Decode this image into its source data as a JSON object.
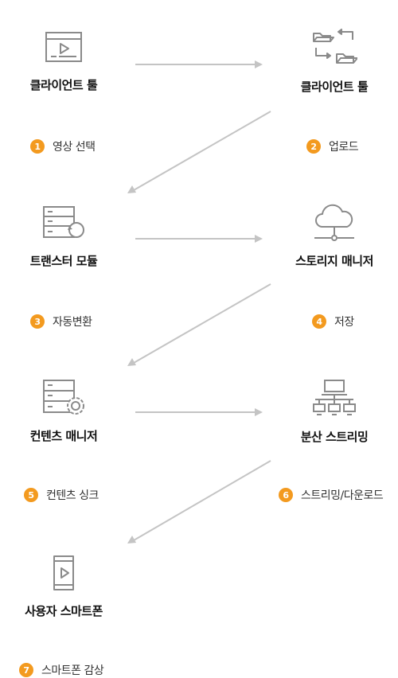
{
  "nodes": [
    {
      "title": "클라이언트 툴",
      "icon": "video-player-icon"
    },
    {
      "title": "클라이언트 툴",
      "icon": "folder-transfer-icon"
    },
    {
      "title": "트랜스터 모듈",
      "icon": "server-refresh-icon"
    },
    {
      "title": "스토리지 매니저",
      "icon": "cloud-network-icon"
    },
    {
      "title": "컨텐츠 매니저",
      "icon": "server-gear-icon"
    },
    {
      "title": "분산 스트리밍",
      "icon": "network-computers-icon"
    },
    {
      "title": "사용자 스마트폰",
      "icon": "smartphone-play-icon"
    }
  ],
  "steps": [
    {
      "num": "1",
      "label": "영상 선택"
    },
    {
      "num": "2",
      "label": "업로드"
    },
    {
      "num": "3",
      "label": "자동변환"
    },
    {
      "num": "4",
      "label": "저장"
    },
    {
      "num": "5",
      "label": "컨텐츠 싱크"
    },
    {
      "num": "6",
      "label": "스트리밍/다운로드"
    },
    {
      "num": "7",
      "label": "스마트폰 감상"
    }
  ],
  "colors": {
    "accent": "#f39a1f",
    "icon": "#8a8a8a",
    "arrow": "#c4c4c4"
  }
}
